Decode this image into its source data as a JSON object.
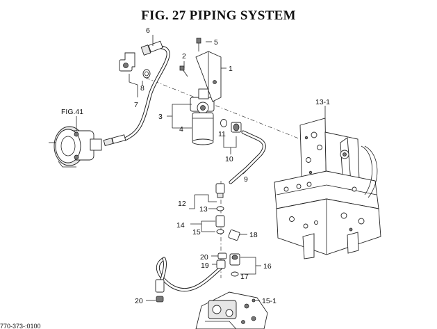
{
  "title": "FIG. 27  PIPING SYSTEM",
  "callouts": {
    "c1": "1",
    "c2": "2",
    "c3": "3",
    "c4": "4",
    "c5": "5",
    "c6": "6",
    "c7": "7",
    "c8": "8",
    "c9": "9",
    "c10": "10",
    "c11": "11",
    "c12": "12",
    "c13": "13",
    "c14": "14",
    "c15": "15",
    "c15_1": "15-1",
    "c16": "16",
    "c17": "17",
    "c18": "18",
    "c19": "19",
    "c20a": "20",
    "c20b": "20",
    "c13_1": "13-1"
  },
  "reference": "FIG.41",
  "footer_code": "770-373-:0100"
}
